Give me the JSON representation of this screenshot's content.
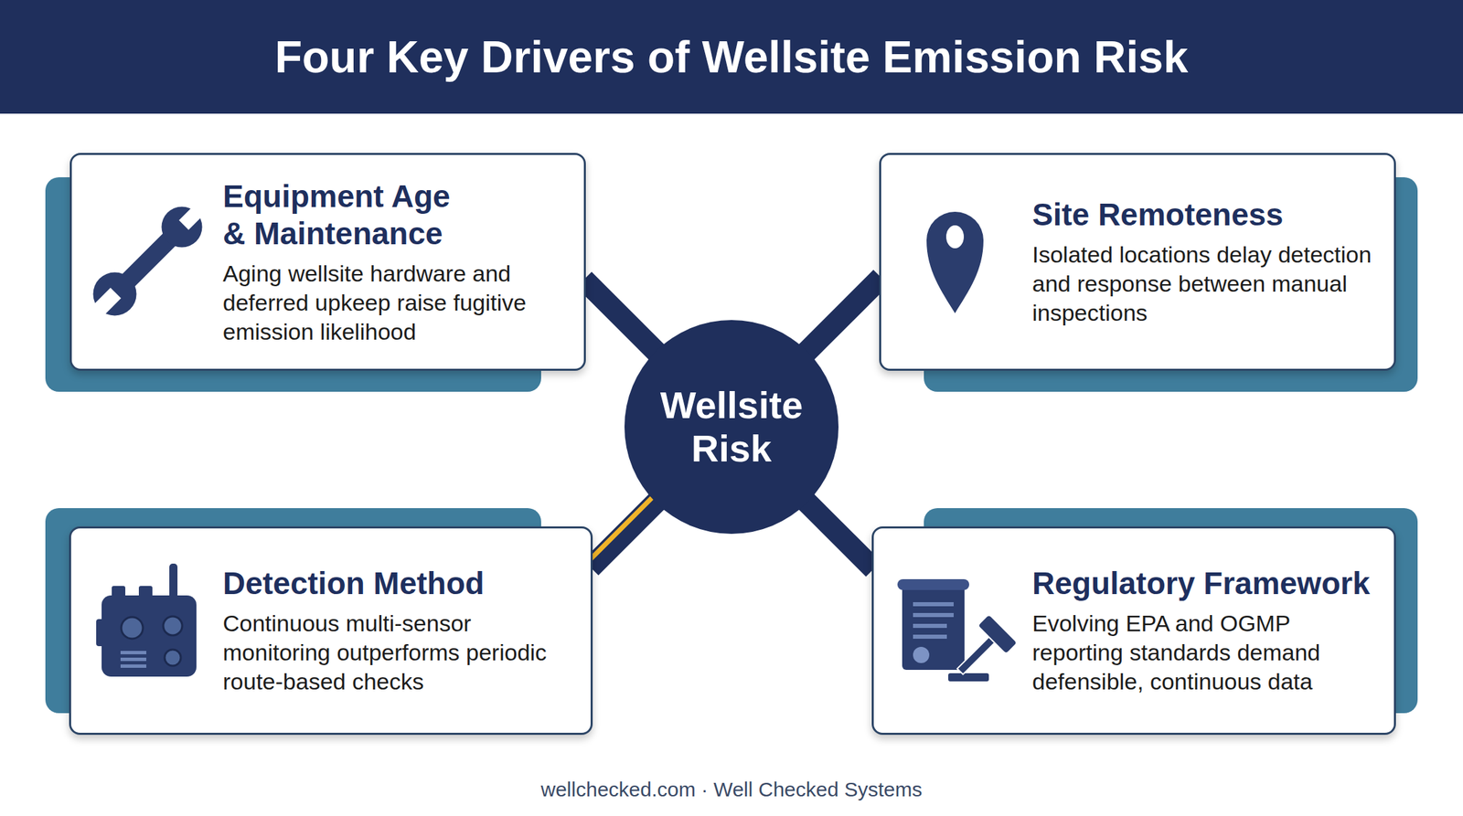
{
  "diagram": {
    "title": "Four Key Drivers of Wellsite Emission Risk",
    "nodes": [
      {
        "text": [
          "Equipment Age & Maintenance",
          "Aging wellsite hardware and deferred upkeep raise fugitive emission likelihood"
        ]
      },
      {
        "text": [
          "Site Remoteness",
          "Isolated locations delay detection and response between manual inspections"
        ]
      },
      {
        "text": [
          "Wellsite Risk"
        ]
      },
      {
        "text": [
          "Detection Method",
          "Continuous multi-sensor monitoring outperforms periodic route-based checks"
        ]
      },
      {
        "text": [
          "Regulatory Framework",
          "Evolving EPA and OGMP reporting standards demand defensible, continuous data"
        ]
      }
    ],
    "edges": [
      {
        "from": 2,
        "to": 0,
        "arrow": "none"
      },
      {
        "from": 2,
        "to": 1,
        "arrow": "none"
      },
      {
        "from": 2,
        "to": 3,
        "arrow": "none"
      },
      {
        "from": 2,
        "to": 4,
        "arrow": "none"
      }
    ],
    "labels": [
      "wellchecked.com · Well Checked Systems"
    ]
  }
}
